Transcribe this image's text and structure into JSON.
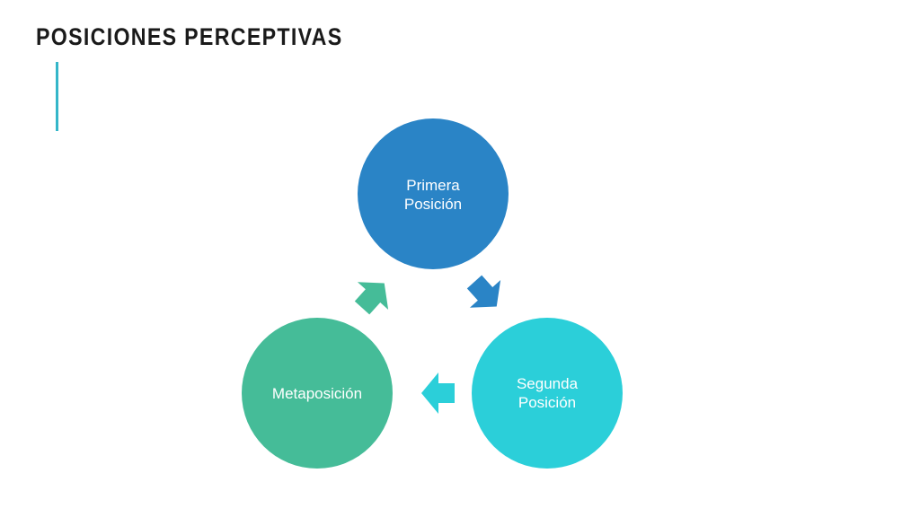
{
  "slide": {
    "title": "POSICIONES PERCEPTIVAS"
  },
  "diagram": {
    "type": "cycle",
    "nodes": [
      {
        "id": "primera",
        "lines": [
          "Primera",
          "Posición"
        ],
        "color": "#2a84c6"
      },
      {
        "id": "segunda",
        "lines": [
          "Segunda",
          "Posición"
        ],
        "color": "#2bcfd9"
      },
      {
        "id": "meta",
        "lines": [
          "Metaposición"
        ],
        "color": "#45bc98"
      }
    ],
    "arrows": [
      {
        "from": "primera",
        "to": "segunda",
        "color": "#2a84c6"
      },
      {
        "from": "segunda",
        "to": "meta",
        "color": "#2bcfd9"
      },
      {
        "from": "meta",
        "to": "primera",
        "color": "#45bc98"
      }
    ]
  },
  "colors": {
    "accent": "#34b6c9",
    "title": "#1a1a1a",
    "background": "#ffffff"
  }
}
